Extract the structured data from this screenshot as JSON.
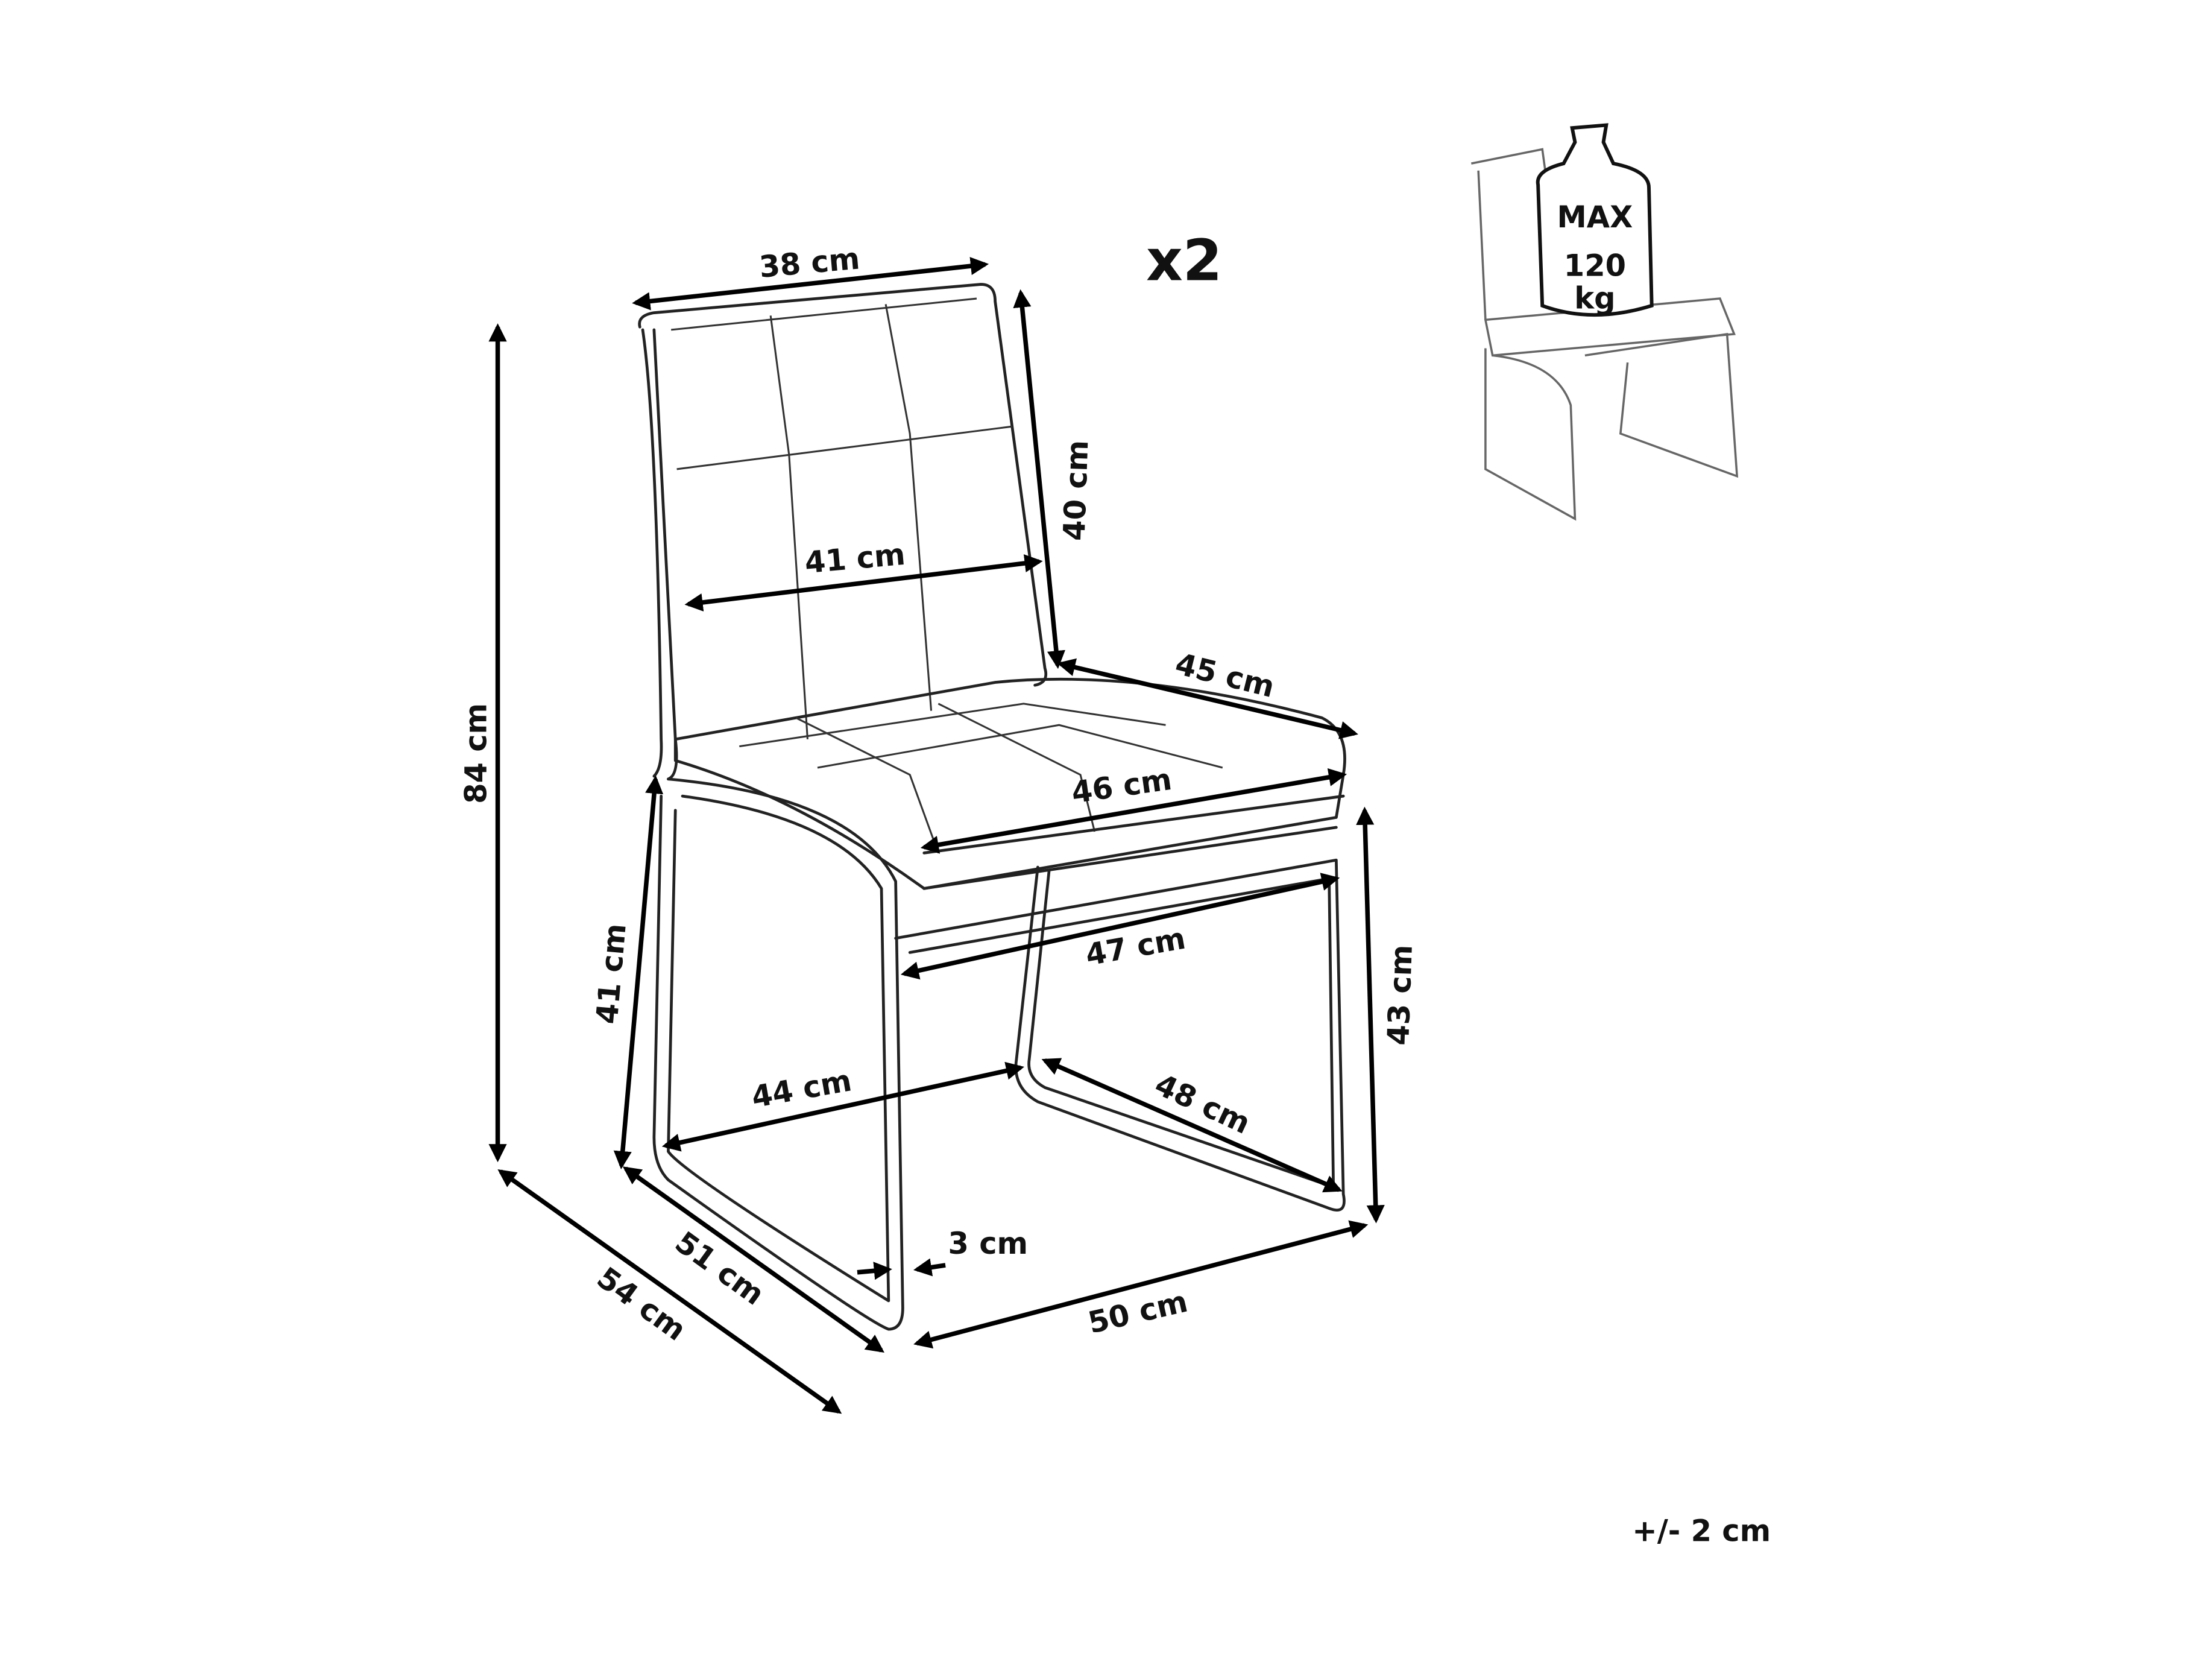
{
  "quantity": "x2",
  "tolerance": "+/- 2 cm",
  "max_load": {
    "top": "MAX",
    "value": "120",
    "unit": "kg"
  },
  "dimensions": {
    "backrest_top_width": "38 cm",
    "backrest_height": "40 cm",
    "backrest_width": "41 cm",
    "seat_depth": "45 cm",
    "seat_width": "46 cm",
    "total_height": "84 cm",
    "seat_height_front": "41 cm",
    "frame_width_top": "47 cm",
    "seat_height_side": "43 cm",
    "base_front_width": "44 cm",
    "base_side_depth": "48 cm",
    "tube_width": "3 cm",
    "base_depth": "51 cm",
    "total_depth": "54 cm",
    "total_width": "50 cm"
  }
}
